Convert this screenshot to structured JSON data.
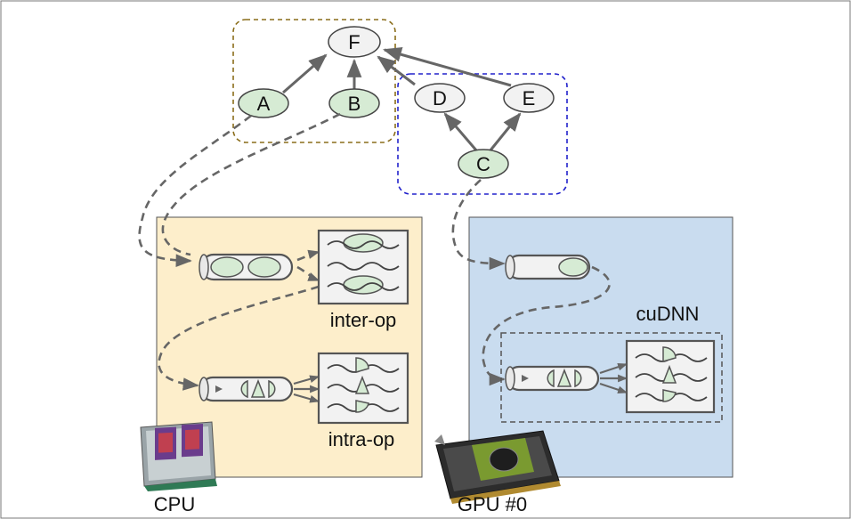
{
  "graph": {
    "nodes": [
      {
        "id": "F",
        "label": "F",
        "fill": "#f2f2f2"
      },
      {
        "id": "A",
        "label": "A",
        "fill": "#d6ebd4"
      },
      {
        "id": "B",
        "label": "B",
        "fill": "#d6ebd4"
      },
      {
        "id": "D",
        "label": "D",
        "fill": "#f2f2f2"
      },
      {
        "id": "E",
        "label": "E",
        "fill": "#f2f2f2"
      },
      {
        "id": "C",
        "label": "C",
        "fill": "#d6ebd4"
      }
    ],
    "edges": [
      [
        "A",
        "F"
      ],
      [
        "B",
        "F"
      ],
      [
        "D",
        "F"
      ],
      [
        "E",
        "F"
      ],
      [
        "C",
        "D"
      ],
      [
        "C",
        "E"
      ]
    ]
  },
  "captions": {
    "inter_op": "inter-op",
    "intra_op": "intra-op",
    "cudnn": "cuDNN",
    "cpu": "CPU",
    "gpu": "GPU #0"
  },
  "colors": {
    "cpu_panel": "#fdeecb",
    "gpu_panel": "#c9dcef",
    "group_ab": "#8a6d1a",
    "group_cde": "#2222cc",
    "node_green": "#d6ebd4",
    "node_grey": "#f2f2f2",
    "stroke": "#555555"
  }
}
